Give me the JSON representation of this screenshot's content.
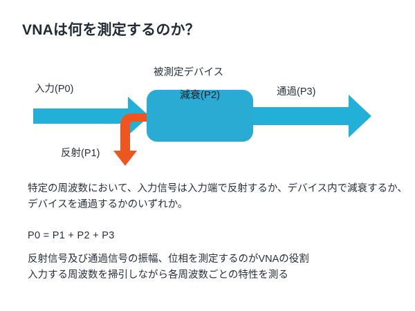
{
  "slide": {
    "title": "VNAは何を測定するのか？"
  },
  "diagram": {
    "input_label": "入力(P0)",
    "dut_label": "被測定デバイス",
    "dut_box_label": "減衰(P2)",
    "through_label": "通過(P3)",
    "reflect_label": "反射(P1)",
    "colors": {
      "arrow_blue": "#22AFD8",
      "box_blue": "#29ABD4",
      "reflect_orange": "#EE5620"
    }
  },
  "body": {
    "paragraph_1": "特定の周波数において、入力信号は入力端で反射するか、デバイス内で減衰するか、デバイスを通過するかのいずれか。",
    "formula": "P0 = P1 + P2 + P3",
    "paragraph_2": "反射信号及び通過信号の振幅、位相を測定するのがVNAの役割\n入力する周波数を掃引しながら各周波数ごとの特性を測る"
  }
}
